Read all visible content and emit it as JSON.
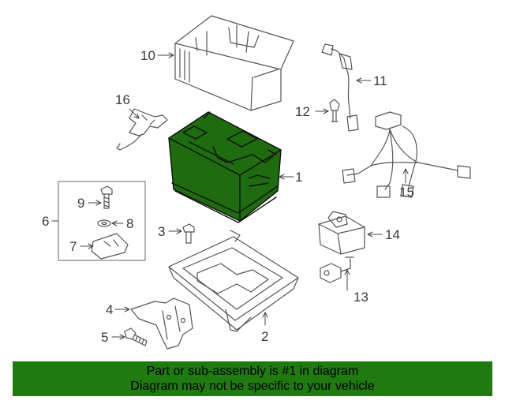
{
  "callouts": {
    "c1": "1",
    "c2": "2",
    "c3": "3",
    "c4": "4",
    "c5": "5",
    "c6": "6",
    "c7": "7",
    "c8": "8",
    "c9": "9",
    "c10": "10",
    "c11": "11",
    "c12": "12",
    "c13": "13",
    "c14": "14",
    "c15": "15",
    "c16": "16"
  },
  "banner": {
    "line1": "Part or sub-assembly is #1 in diagram",
    "line2": "Diagram may not be specific to your vehicle"
  },
  "colors": {
    "highlight": "#1f6b10",
    "banner": "#1f7a10",
    "linework": "#555555"
  }
}
